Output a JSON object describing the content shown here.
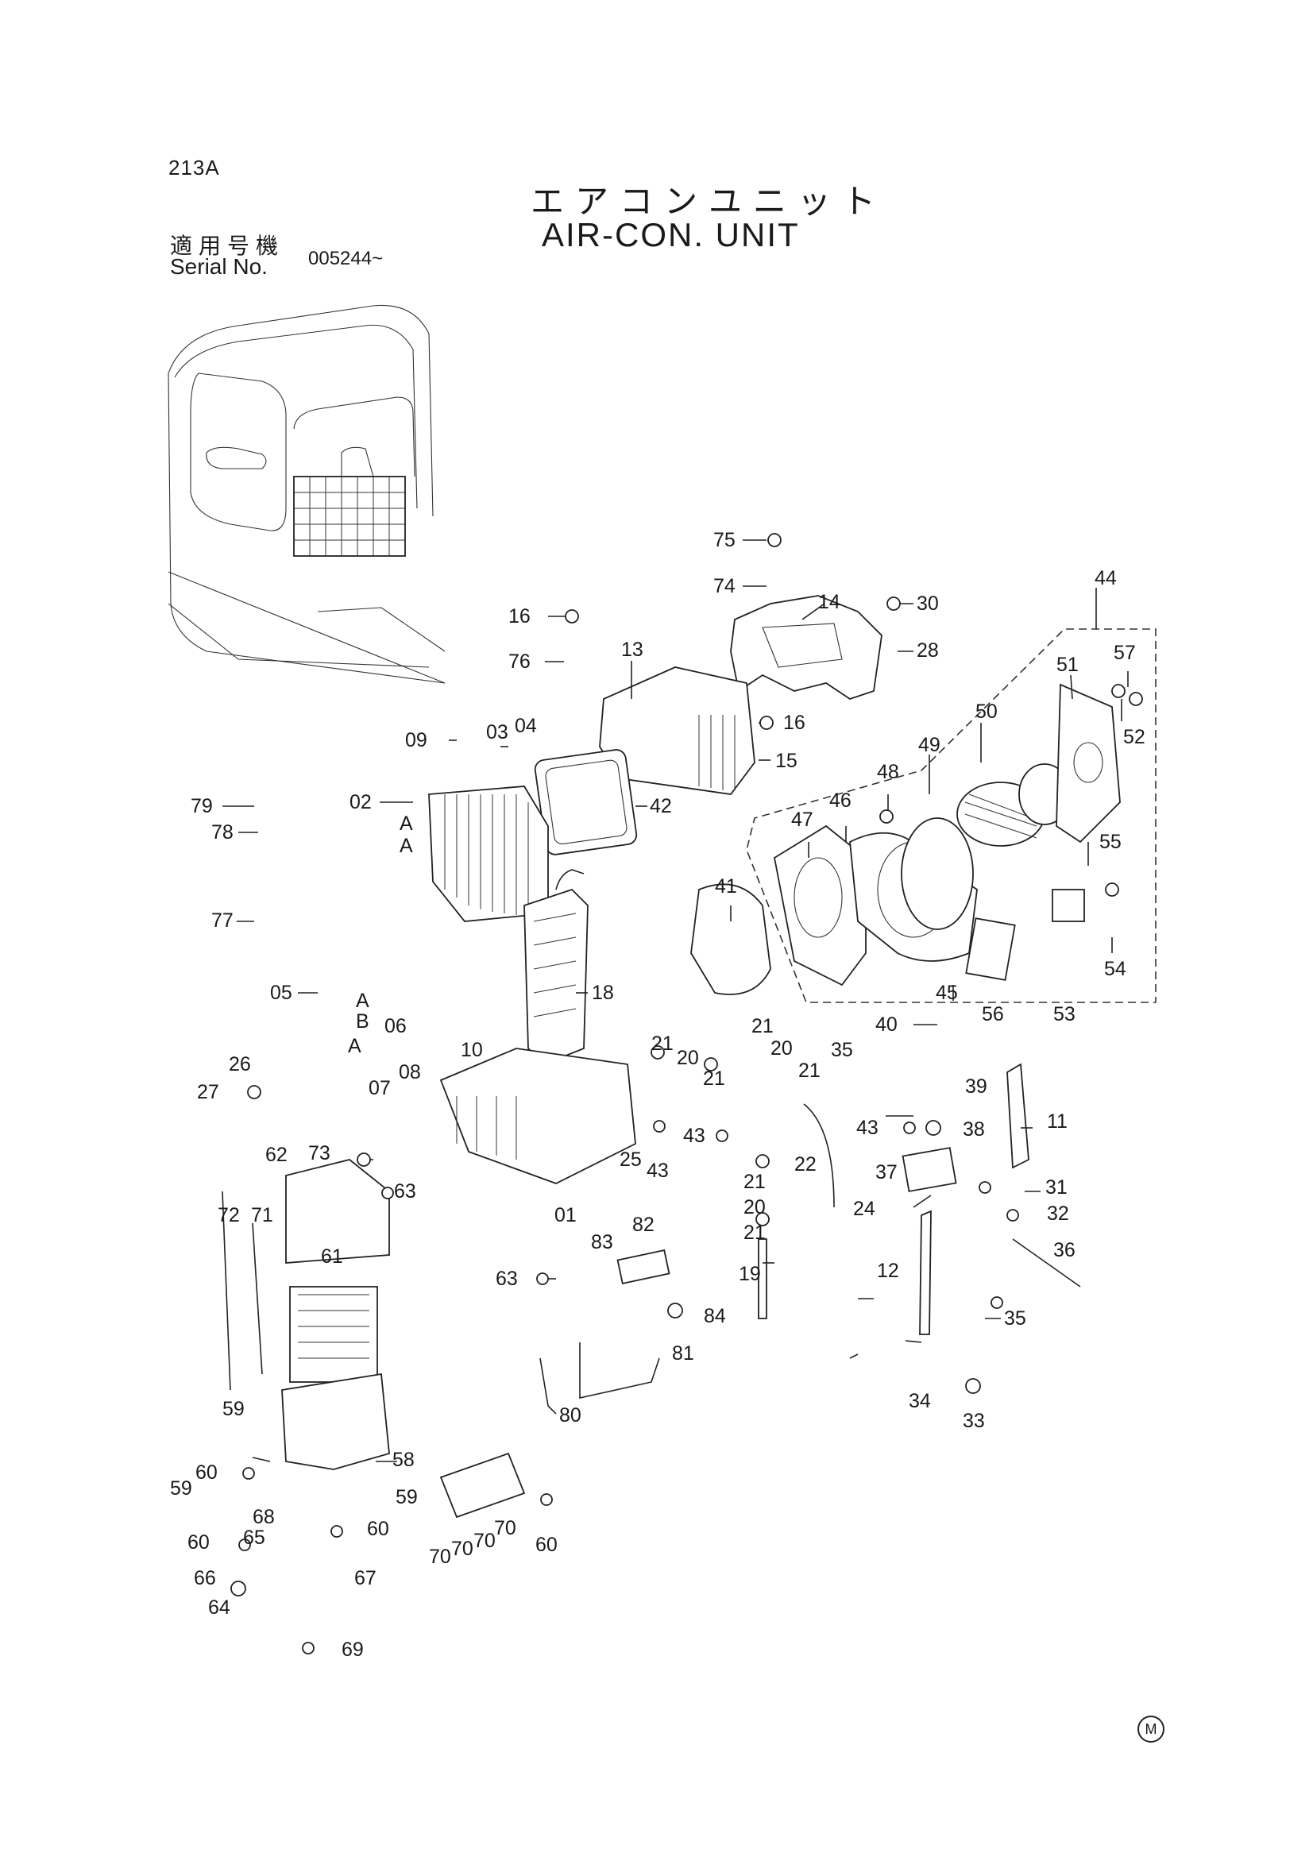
{
  "header": {
    "page_code": "213A",
    "title_jp": "エアコンユニット",
    "title_en": "AIR-CON. UNIT",
    "serial_label_jp": "適用号機",
    "serial_label_en": "Serial No.",
    "serial_value": "005244~"
  },
  "footer": {
    "mark": "M"
  },
  "callouts": [
    {
      "id": "l75",
      "text": "75"
    },
    {
      "id": "l74",
      "text": "74"
    },
    {
      "id": "l14",
      "text": "14"
    },
    {
      "id": "l30",
      "text": "30"
    },
    {
      "id": "l28",
      "text": "28"
    },
    {
      "id": "l44",
      "text": "44"
    },
    {
      "id": "l16a",
      "text": "16"
    },
    {
      "id": "l76",
      "text": "76"
    },
    {
      "id": "l13",
      "text": "13"
    },
    {
      "id": "l51",
      "text": "51"
    },
    {
      "id": "l57",
      "text": "57"
    },
    {
      "id": "l50",
      "text": "50"
    },
    {
      "id": "l52",
      "text": "52"
    },
    {
      "id": "l09",
      "text": "09"
    },
    {
      "id": "l03",
      "text": "03"
    },
    {
      "id": "l04",
      "text": "04"
    },
    {
      "id": "l16b",
      "text": "16"
    },
    {
      "id": "l15",
      "text": "15"
    },
    {
      "id": "l49",
      "text": "49"
    },
    {
      "id": "l48",
      "text": "48"
    },
    {
      "id": "l79",
      "text": "79"
    },
    {
      "id": "l47",
      "text": "47"
    },
    {
      "id": "l46",
      "text": "46"
    },
    {
      "id": "l55",
      "text": "55"
    },
    {
      "id": "l02",
      "text": "02"
    },
    {
      "id": "l42",
      "text": "42"
    },
    {
      "id": "lA1",
      "text": "A"
    },
    {
      "id": "lA2",
      "text": "A"
    },
    {
      "id": "l78",
      "text": "78"
    },
    {
      "id": "l77",
      "text": "77"
    },
    {
      "id": "l41",
      "text": "41"
    },
    {
      "id": "l54",
      "text": "54"
    },
    {
      "id": "l05",
      "text": "05"
    },
    {
      "id": "lA3",
      "text": "A"
    },
    {
      "id": "lB",
      "text": "B"
    },
    {
      "id": "l18",
      "text": "18"
    },
    {
      "id": "l56",
      "text": "56"
    },
    {
      "id": "l53",
      "text": "53"
    },
    {
      "id": "l45",
      "text": "45"
    },
    {
      "id": "l06",
      "text": "06"
    },
    {
      "id": "l21a",
      "text": "21"
    },
    {
      "id": "l40",
      "text": "40"
    },
    {
      "id": "lA4",
      "text": "A"
    },
    {
      "id": "l10",
      "text": "10"
    },
    {
      "id": "l35a",
      "text": "35"
    },
    {
      "id": "l20a",
      "text": "20"
    },
    {
      "id": "l21b",
      "text": "21"
    },
    {
      "id": "l20b",
      "text": "20"
    },
    {
      "id": "l21c",
      "text": "21"
    },
    {
      "id": "l21d",
      "text": "21"
    },
    {
      "id": "l07",
      "text": "07"
    },
    {
      "id": "l08",
      "text": "08"
    },
    {
      "id": "l26",
      "text": "26"
    },
    {
      "id": "l27",
      "text": "27"
    },
    {
      "id": "l39",
      "text": "39"
    },
    {
      "id": "l11",
      "text": "11"
    },
    {
      "id": "l43a",
      "text": "43"
    },
    {
      "id": "l38",
      "text": "38"
    },
    {
      "id": "l43b",
      "text": "43"
    },
    {
      "id": "l22",
      "text": "22"
    },
    {
      "id": "l25",
      "text": "25"
    },
    {
      "id": "l43c",
      "text": "43"
    },
    {
      "id": "l62",
      "text": "62"
    },
    {
      "id": "l73",
      "text": "73"
    },
    {
      "id": "l37",
      "text": "37"
    },
    {
      "id": "l21e",
      "text": "21"
    },
    {
      "id": "l31",
      "text": "31"
    },
    {
      "id": "l63a",
      "text": "63"
    },
    {
      "id": "l20c",
      "text": "20"
    },
    {
      "id": "l32",
      "text": "32"
    },
    {
      "id": "l72",
      "text": "72"
    },
    {
      "id": "l71",
      "text": "71"
    },
    {
      "id": "l01",
      "text": "01"
    },
    {
      "id": "l21f",
      "text": "21"
    },
    {
      "id": "l24",
      "text": "24"
    },
    {
      "id": "l82",
      "text": "82"
    },
    {
      "id": "l83",
      "text": "83"
    },
    {
      "id": "l61",
      "text": "61"
    },
    {
      "id": "l36",
      "text": "36"
    },
    {
      "id": "l19",
      "text": "19"
    },
    {
      "id": "l12",
      "text": "12"
    },
    {
      "id": "l63b",
      "text": "63"
    },
    {
      "id": "l35b",
      "text": "35"
    },
    {
      "id": "l84",
      "text": "84"
    },
    {
      "id": "l81",
      "text": "81"
    },
    {
      "id": "l34",
      "text": "34"
    },
    {
      "id": "l80",
      "text": "80"
    },
    {
      "id": "l33",
      "text": "33"
    },
    {
      "id": "l59a",
      "text": "59"
    },
    {
      "id": "l60a",
      "text": "60"
    },
    {
      "id": "l58",
      "text": "58"
    },
    {
      "id": "l59b",
      "text": "59"
    },
    {
      "id": "l59c",
      "text": "59"
    },
    {
      "id": "l68",
      "text": "68"
    },
    {
      "id": "l65",
      "text": "65"
    },
    {
      "id": "l60b",
      "text": "60"
    },
    {
      "id": "l60c",
      "text": "60"
    },
    {
      "id": "l66",
      "text": "66"
    },
    {
      "id": "l67",
      "text": "67"
    },
    {
      "id": "l70a",
      "text": "70"
    },
    {
      "id": "l70b",
      "text": "70"
    },
    {
      "id": "l70c",
      "text": "70"
    },
    {
      "id": "l70d",
      "text": "70"
    },
    {
      "id": "l60d",
      "text": "60"
    },
    {
      "id": "l64",
      "text": "64"
    },
    {
      "id": "l69",
      "text": "69"
    }
  ]
}
